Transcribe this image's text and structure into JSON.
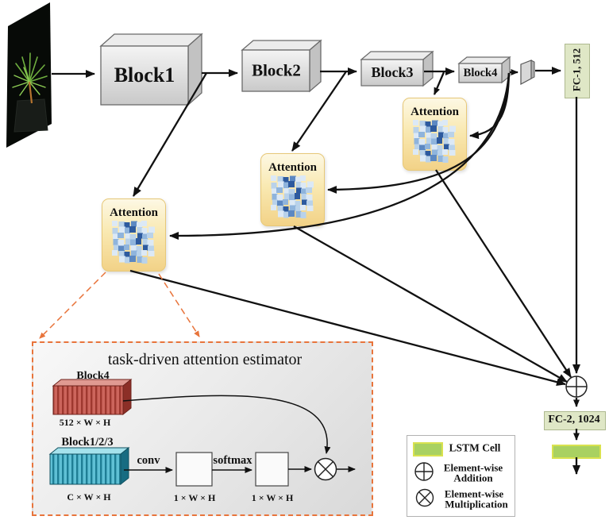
{
  "diagram": {
    "input_photo": {
      "icon": "plant-photo",
      "desc": "potted green plant on black background"
    },
    "blocks": [
      {
        "label": "Block1"
      },
      {
        "label": "Block2"
      },
      {
        "label": "Block3"
      },
      {
        "label": "Block4"
      }
    ],
    "attention_label": "Attention",
    "fc1_label": "FC-1, 512",
    "fc2_label": "FC-2, 1024",
    "inset": {
      "title": "task-driven attention estimator",
      "block4_label": "Block4",
      "block4_dims": "512 × W × H",
      "block123_label": "Block1/2/3",
      "block123_dims": "C × W × H",
      "conv_label": "conv",
      "softmax_label": "softmax",
      "map1_dims": "1 × W × H",
      "map2_dims": "1 × W × H"
    },
    "legend": {
      "lstm": "LSTM Cell",
      "add_line1": "Element-wise",
      "add_line2": "Addition",
      "mul_line1": "Element-wise",
      "mul_line2": "Multiplication"
    },
    "colors": {
      "accent_orange": "#e8743b",
      "lstm_green": "#a9d161",
      "fc_green": "#dfe7c6",
      "attention_yellow": "#f7e3a4",
      "block_gray": "#dcdcdc",
      "red_feature": "#c05048",
      "cyan_feature": "#56b8cc"
    },
    "heatmap": {
      "palette": [
        "",
        "#dce9f6",
        "#b9d2ea",
        "#8fb4dc",
        "#5c88c2",
        "#2d5a9e",
        "#1b3f7a"
      ],
      "rows": [
        "1254110",
        "2135211",
        "1312532",
        "3123521",
        "2431252",
        "1253211",
        "0124320"
      ]
    }
  }
}
